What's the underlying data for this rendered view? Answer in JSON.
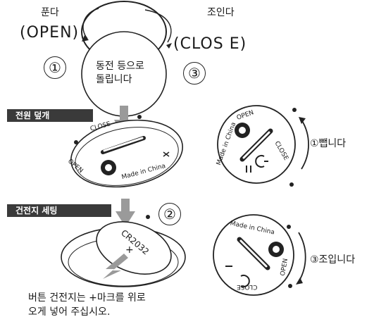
{
  "top": {
    "loosen_ko": "푼다",
    "loosen_en": "(OPEN)",
    "tighten_ko": "조인다",
    "tighten_en": "(CLOS E)",
    "rotate_line1": "동전 등으로",
    "rotate_line2": "돌립니다"
  },
  "steps": {
    "one": "①",
    "two": "②",
    "three": "③"
  },
  "sections": {
    "cover": "전원 덮개",
    "battery": "건전지 세팅"
  },
  "cover_labels": {
    "close": "CLOSE",
    "open": "OPEN",
    "made_in_china": "Made in China"
  },
  "side_notes": {
    "step1": "①뺍니다",
    "step3": "③조입니다"
  },
  "battery": {
    "model": "CR2032",
    "plus": "+"
  },
  "instruction": {
    "line1": "버튼 건전지는 +마크를 위로",
    "line2": "오게 넣어 주십시오."
  }
}
